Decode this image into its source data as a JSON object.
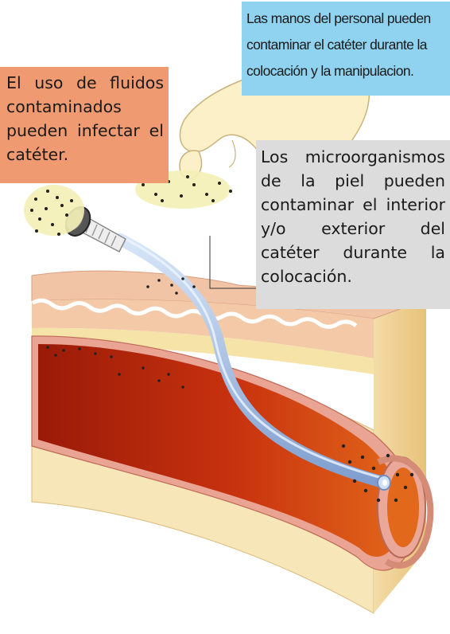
{
  "labels": {
    "hands": "Las manos del personal pueden contaminar el catéter durante la colocación y la  manipulacion.",
    "fluids": "El uso de fluidos contaminados pueden infectar el catéter.",
    "skin": "Los microorganismos de la piel pueden contaminar el interior y/o exterior del catéter durante la colocación."
  },
  "colors": {
    "hands_box": "#8fd3f0",
    "fluids_box": "#ef9a70",
    "skin_box": "#dcdcdc",
    "skin_surface": "#f2c4a6",
    "vessel_blood": "#b3200d",
    "catheter": "#a9c4e6",
    "microorganism": "#222222"
  },
  "icons": [
    "gloved-hand-icon",
    "catheter-hub-icon",
    "microorganism-icon"
  ]
}
